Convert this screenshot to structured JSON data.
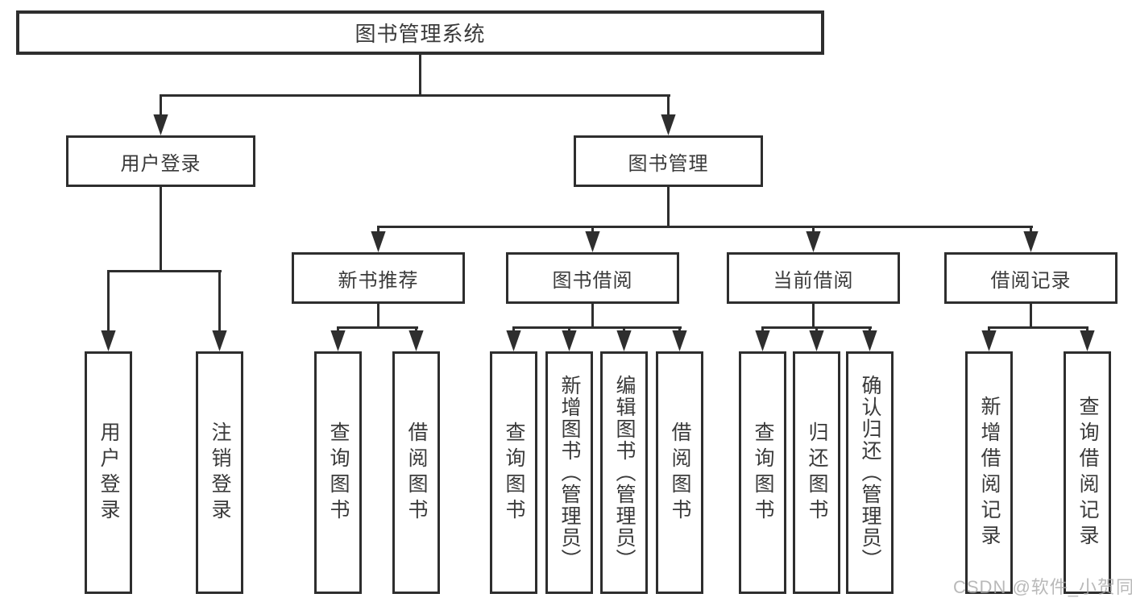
{
  "diagram": {
    "root": "图书管理系统",
    "level2": {
      "user_login": "用户登录",
      "book_mgmt": "图书管理"
    },
    "level3": {
      "new_book_rec": "新书推荐",
      "book_borrow": "图书借阅",
      "current_borrow": "当前借阅",
      "borrow_record": "借阅记录"
    },
    "leaves": {
      "user_login_1": "用户登录",
      "user_login_2": "注销登录",
      "new_rec_1": "查询图书",
      "new_rec_2": "借阅图书",
      "borrow_1": "查询图书",
      "borrow_2": "新增图书（管理员）",
      "borrow_3": "编辑图书（管理员）",
      "borrow_4": "借阅图书",
      "current_1": "查询图书",
      "current_2": "归还图书",
      "current_3": "确认归还（管理员）",
      "record_1": "新增借阅记录",
      "record_2": "查询借阅记录"
    }
  },
  "watermark": "CSDN @软件_小贺同学",
  "colors": {
    "line": "#2e2e2e",
    "box_border": "#2e2e2e",
    "box_bg": "#ffffff",
    "text": "#3a3a3a",
    "watermark": "#a8a8a8"
  }
}
